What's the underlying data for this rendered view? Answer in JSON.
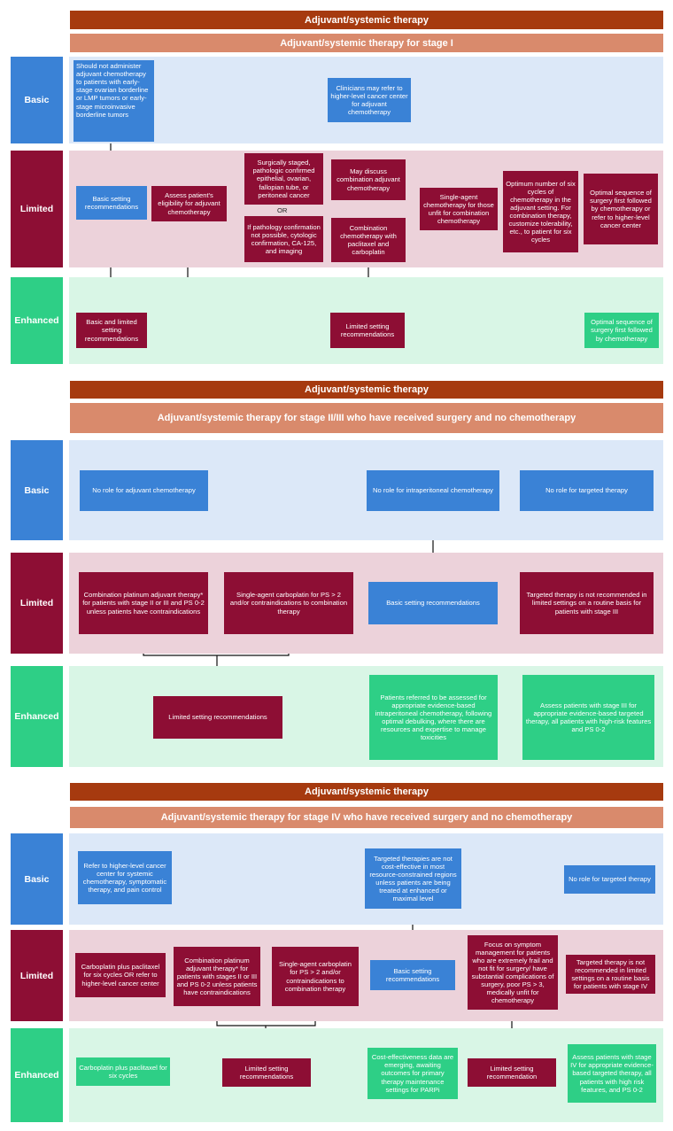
{
  "colors": {
    "header_dark": "#a63a0f",
    "header_light": "#d98a6c",
    "basic": "#3a82d6",
    "limited": "#8d0e34",
    "enhanced": "#2ecf86",
    "basic_band": "#dce8f8",
    "limited_band": "#ecd2da",
    "enhanced_band": "#d9f6e6"
  },
  "levels": {
    "basic": "Basic",
    "limited": "Limited",
    "enhanced": "Enhanced"
  },
  "s1": {
    "header": "Adjuvant/systemic therapy",
    "subheader": "Adjuvant/systemic therapy for stage I",
    "basic_should_not": "Should not administer adjuvant chemotherapy to patients with early-stage ovarian borderline or LMP tumors or early-stage microinvasive borderline tumors",
    "basic_clinicians": "Clinicians may refer to higher-level cancer center for adjuvant chemotherapy",
    "lim_basic_rec": "Basic setting recommendations",
    "lim_assess": "Assess patient's eligibility for adjuvant chemotherapy",
    "lim_surgically": "Surgically staged, pathologic confirmed epithelial, ovarian, fallopian tube, or peritoneal cancer",
    "or": "OR",
    "lim_if_path": "If pathology confirmation not possible, cytologic confirmation, CA-125, and imaging",
    "lim_may_discuss": "May discuss combination adjuvant chemotherapy",
    "lim_combo": "Combination chemotherapy with paclitaxel and carboplatin",
    "lim_single": "Single-agent chemotherapy for those unfit for combination chemotherapy",
    "lim_optimum": "Optimum number of six cycles of chemotherapy in the adjuvant setting. For combination therapy, customize tolerability, etc., to patient for six cycles",
    "lim_optimal_seq": "Optimal sequence of surgery first followed by chemotherapy or refer to higher-level cancer center",
    "enh_basic_limited": "Basic and limited setting recommendations",
    "enh_limited_rec": "Limited setting recommendations",
    "enh_optimal_seq": "Optimal sequence of surgery first followed by chemotherapy"
  },
  "s2": {
    "header": "Adjuvant/systemic therapy",
    "subheader": "Adjuvant/systemic therapy for stage II/III who have received surgery and no chemotherapy",
    "basic_no_adj": "No role for adjuvant chemotherapy",
    "basic_no_ip": "No role for intraperitoneal chemotherapy",
    "basic_no_target": "No role for targeted therapy",
    "lim_combo": "Combination platinum adjuvant therapy* for patients with stage II or III and PS 0-2 unless patients have contraindications",
    "lim_single": "Single-agent carboplatin for PS > 2 and/or contraindications to combination therapy",
    "lim_basic_rec": "Basic setting recommendations",
    "lim_targeted": "Targeted therapy is not recommended in limited settings on a routine basis for patients with stage III",
    "enh_limited_rec": "Limited setting recommendations",
    "enh_patients_referred": "Patients referred to be assessed for appropriate evidence-based intraperitoneal chemotherapy, following optimal debulking, where there are resources and expertise to manage toxicities",
    "enh_assess": "Assess patients with stage III for appropriate evidence-based targeted therapy, all patients with high-risk features and PS 0-2"
  },
  "s3": {
    "header": "Adjuvant/systemic therapy",
    "subheader": "Adjuvant/systemic therapy for stage IV who have received surgery and no chemotherapy",
    "basic_refer": "Refer to higher-level cancer center for systemic chemotherapy, symptomatic therapy, and pain control",
    "basic_targeted_cost": "Targeted therapies are not cost-effective in most resource-constrained regions unless patients are being treated at enhanced or maximal level",
    "basic_no_target": "No role for targeted therapy",
    "lim_carbo": "Carboplatin plus paclitaxel for six cycles OR refer to higher-level cancer center",
    "lim_combo": "Combination platinum adjuvant therapy* for patients with stages II or III and PS 0-2 unless patients have contraindications",
    "lim_single": "Single-agent carboplatin for PS > 2 and/or contraindications to combination therapy",
    "lim_basic_rec": "Basic setting recommendations",
    "lim_focus": "Focus on symptom management for patients who are extremely frail and not fit for surgery/ have substantial complications of surgery, poor PS > 3, medically unfit for chemotherapy",
    "lim_targeted": "Targeted therapy is not recommended in limited settings on a routine basis for patients with stage IV",
    "enh_carbo": "Carboplatin plus paclitaxel for six cycles",
    "enh_limited_rec": "Limited setting recommendations",
    "enh_cost": "Cost-effectiveness data are emerging, awaiting outcomes for primary therapy maintenance settings for PARPi",
    "enh_limited_rec2": "Limited setting recommendation",
    "enh_assess": "Assess patients with stage IV for appropriate evidence-based targeted therapy, all patients with high risk features, and PS 0-2"
  }
}
